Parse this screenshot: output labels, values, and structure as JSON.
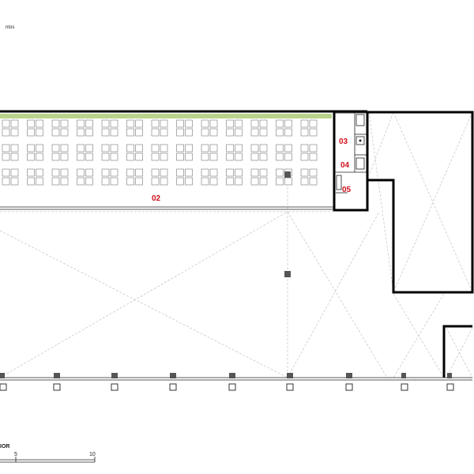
{
  "header": {
    "caption": "ntos"
  },
  "rooms": [
    {
      "id": "02",
      "label": "02"
    },
    {
      "id": "03",
      "label": "03"
    },
    {
      "id": "04",
      "label": "04"
    },
    {
      "id": "05",
      "label": "05"
    }
  ],
  "scale": {
    "title": "IOR",
    "ticks": [
      "5",
      "10"
    ]
  },
  "colors": {
    "wall": "#000000",
    "green_band": "#b8d48c",
    "label": "#d0101a"
  }
}
